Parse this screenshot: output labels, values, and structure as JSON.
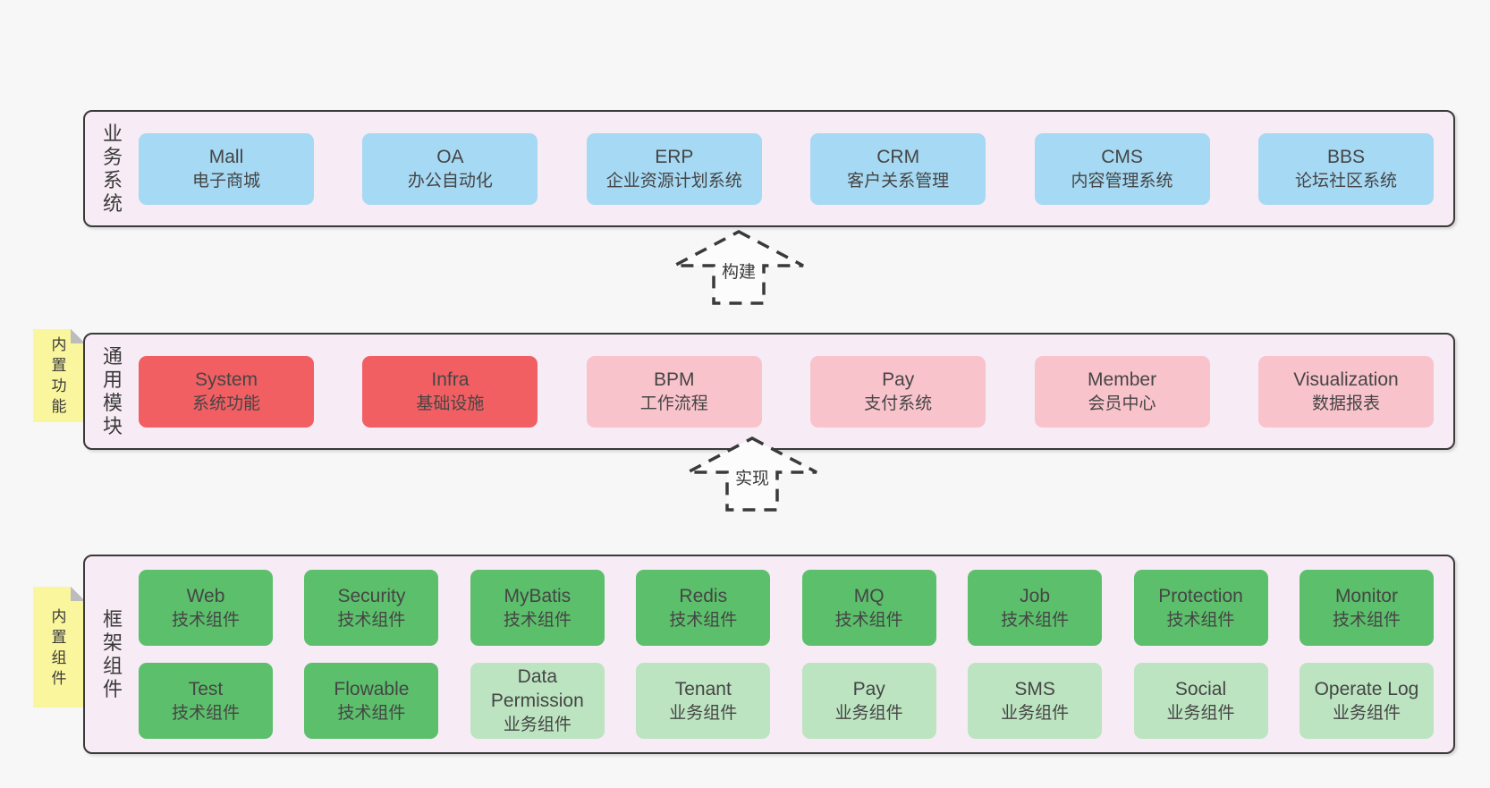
{
  "colors": {
    "page_bg": "#f7f7f7",
    "band_bg": "#f7ebf5",
    "band_border": "#3a3a3a",
    "blue": "#a6d9f3",
    "red": "#f15f63",
    "pink": "#f9c3cc",
    "green": "#5cbf6b",
    "light_green": "#bce4c0",
    "sticky_yellow": "#faf69e",
    "text": "#454545"
  },
  "bands": [
    {
      "label": "业务系统",
      "boxes": [
        {
          "en": "Mall",
          "zh": "电子商城",
          "variant": "blue"
        },
        {
          "en": "OA",
          "zh": "办公自动化",
          "variant": "blue"
        },
        {
          "en": "ERP",
          "zh": "企业资源计划系统",
          "variant": "blue"
        },
        {
          "en": "CRM",
          "zh": "客户关系管理",
          "variant": "blue"
        },
        {
          "en": "CMS",
          "zh": "内容管理系统",
          "variant": "blue"
        },
        {
          "en": "BBS",
          "zh": "论坛社区系统",
          "variant": "blue"
        }
      ]
    },
    {
      "label": "通用模块",
      "sticky": "内置功能",
      "boxes": [
        {
          "en": "System",
          "zh": "系统功能",
          "variant": "red"
        },
        {
          "en": "Infra",
          "zh": "基础设施",
          "variant": "red"
        },
        {
          "en": "BPM",
          "zh": "工作流程",
          "variant": "pink"
        },
        {
          "en": "Pay",
          "zh": "支付系统",
          "variant": "pink"
        },
        {
          "en": "Member",
          "zh": "会员中心",
          "variant": "pink"
        },
        {
          "en": "Visualization",
          "zh": "数据报表",
          "variant": "pink"
        }
      ]
    },
    {
      "label": "框架组件",
      "sticky": "内置组件",
      "rows": [
        [
          {
            "en": "Web",
            "zh": "技术组件",
            "variant": "green"
          },
          {
            "en": "Security",
            "zh": "技术组件",
            "variant": "green"
          },
          {
            "en": "MyBatis",
            "zh": "技术组件",
            "variant": "green"
          },
          {
            "en": "Redis",
            "zh": "技术组件",
            "variant": "green"
          },
          {
            "en": "MQ",
            "zh": "技术组件",
            "variant": "green"
          },
          {
            "en": "Job",
            "zh": "技术组件",
            "variant": "green"
          },
          {
            "en": "Protection",
            "zh": "技术组件",
            "variant": "green"
          },
          {
            "en": "Monitor",
            "zh": "技术组件",
            "variant": "green"
          }
        ],
        [
          {
            "en": "Test",
            "zh": "技术组件",
            "variant": "green"
          },
          {
            "en": "Flowable",
            "zh": "技术组件",
            "variant": "green"
          },
          {
            "en": "Data Permission",
            "zh": "业务组件",
            "variant": "light-green"
          },
          {
            "en": "Tenant",
            "zh": "业务组件",
            "variant": "light-green"
          },
          {
            "en": "Pay",
            "zh": "业务组件",
            "variant": "light-green"
          },
          {
            "en": "SMS",
            "zh": "业务组件",
            "variant": "light-green"
          },
          {
            "en": "Social",
            "zh": "业务组件",
            "variant": "light-green"
          },
          {
            "en": "Operate Log",
            "zh": "业务组件",
            "variant": "light-green"
          }
        ]
      ]
    }
  ],
  "arrows": [
    {
      "label": "构建"
    },
    {
      "label": "实现"
    }
  ]
}
